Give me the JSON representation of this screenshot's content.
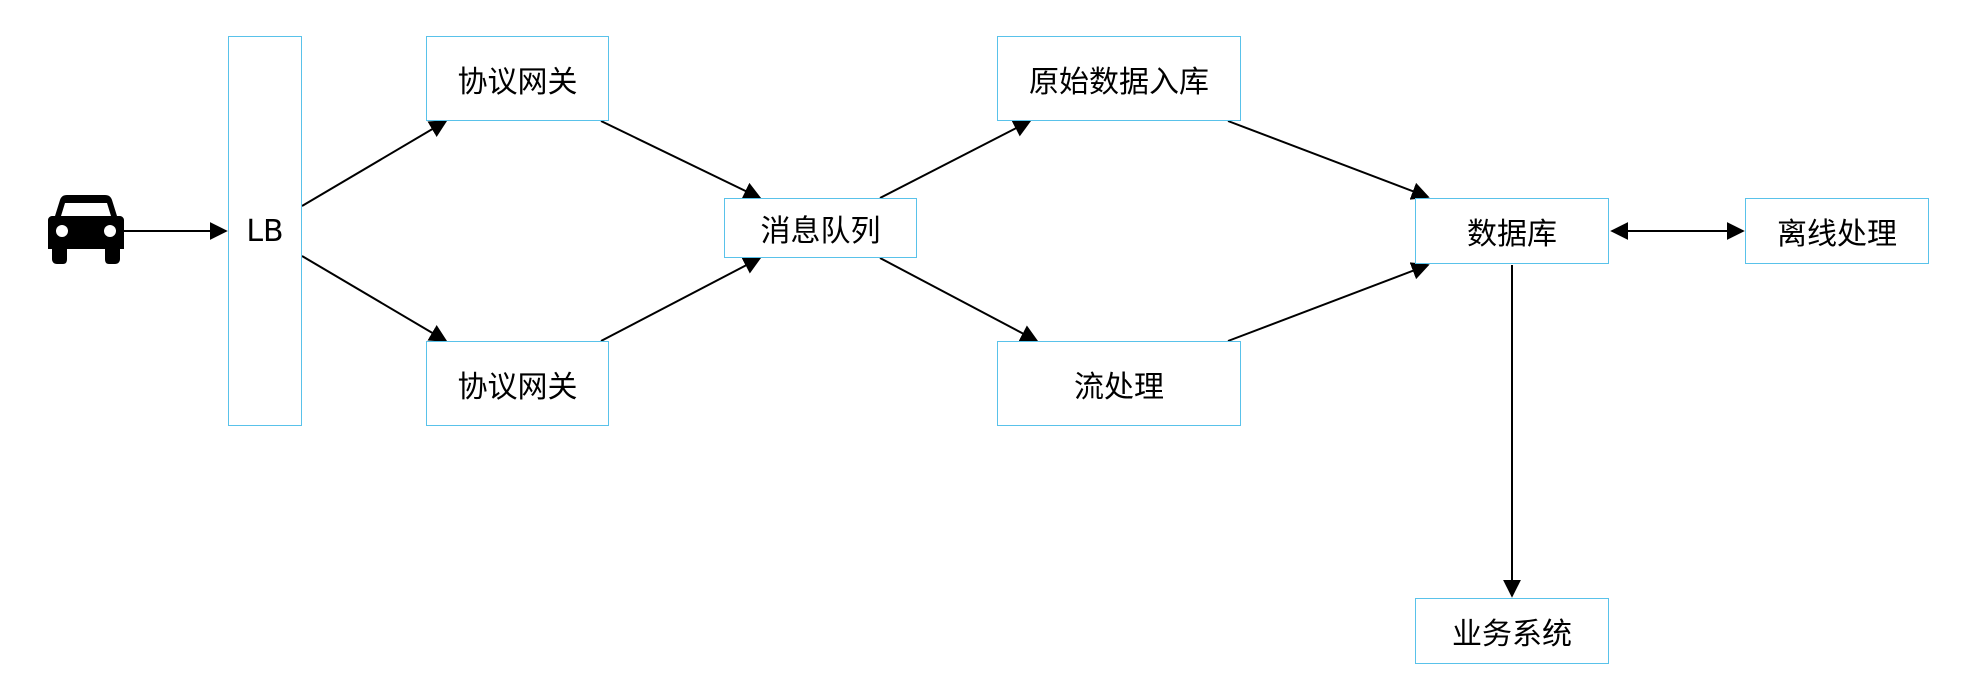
{
  "nodes": {
    "lb": "LB",
    "gateway_top": "协议网关",
    "gateway_bottom": "协议网关",
    "message_queue": "消息队列",
    "raw_storage": "原始数据入库",
    "stream_processing": "流处理",
    "database": "数据库",
    "offline_processing": "离线处理",
    "business_system": "业务系统"
  },
  "icons": {
    "source": "car-icon"
  },
  "colors": {
    "node_border": "#59c2ea",
    "arrow": "#000000"
  }
}
